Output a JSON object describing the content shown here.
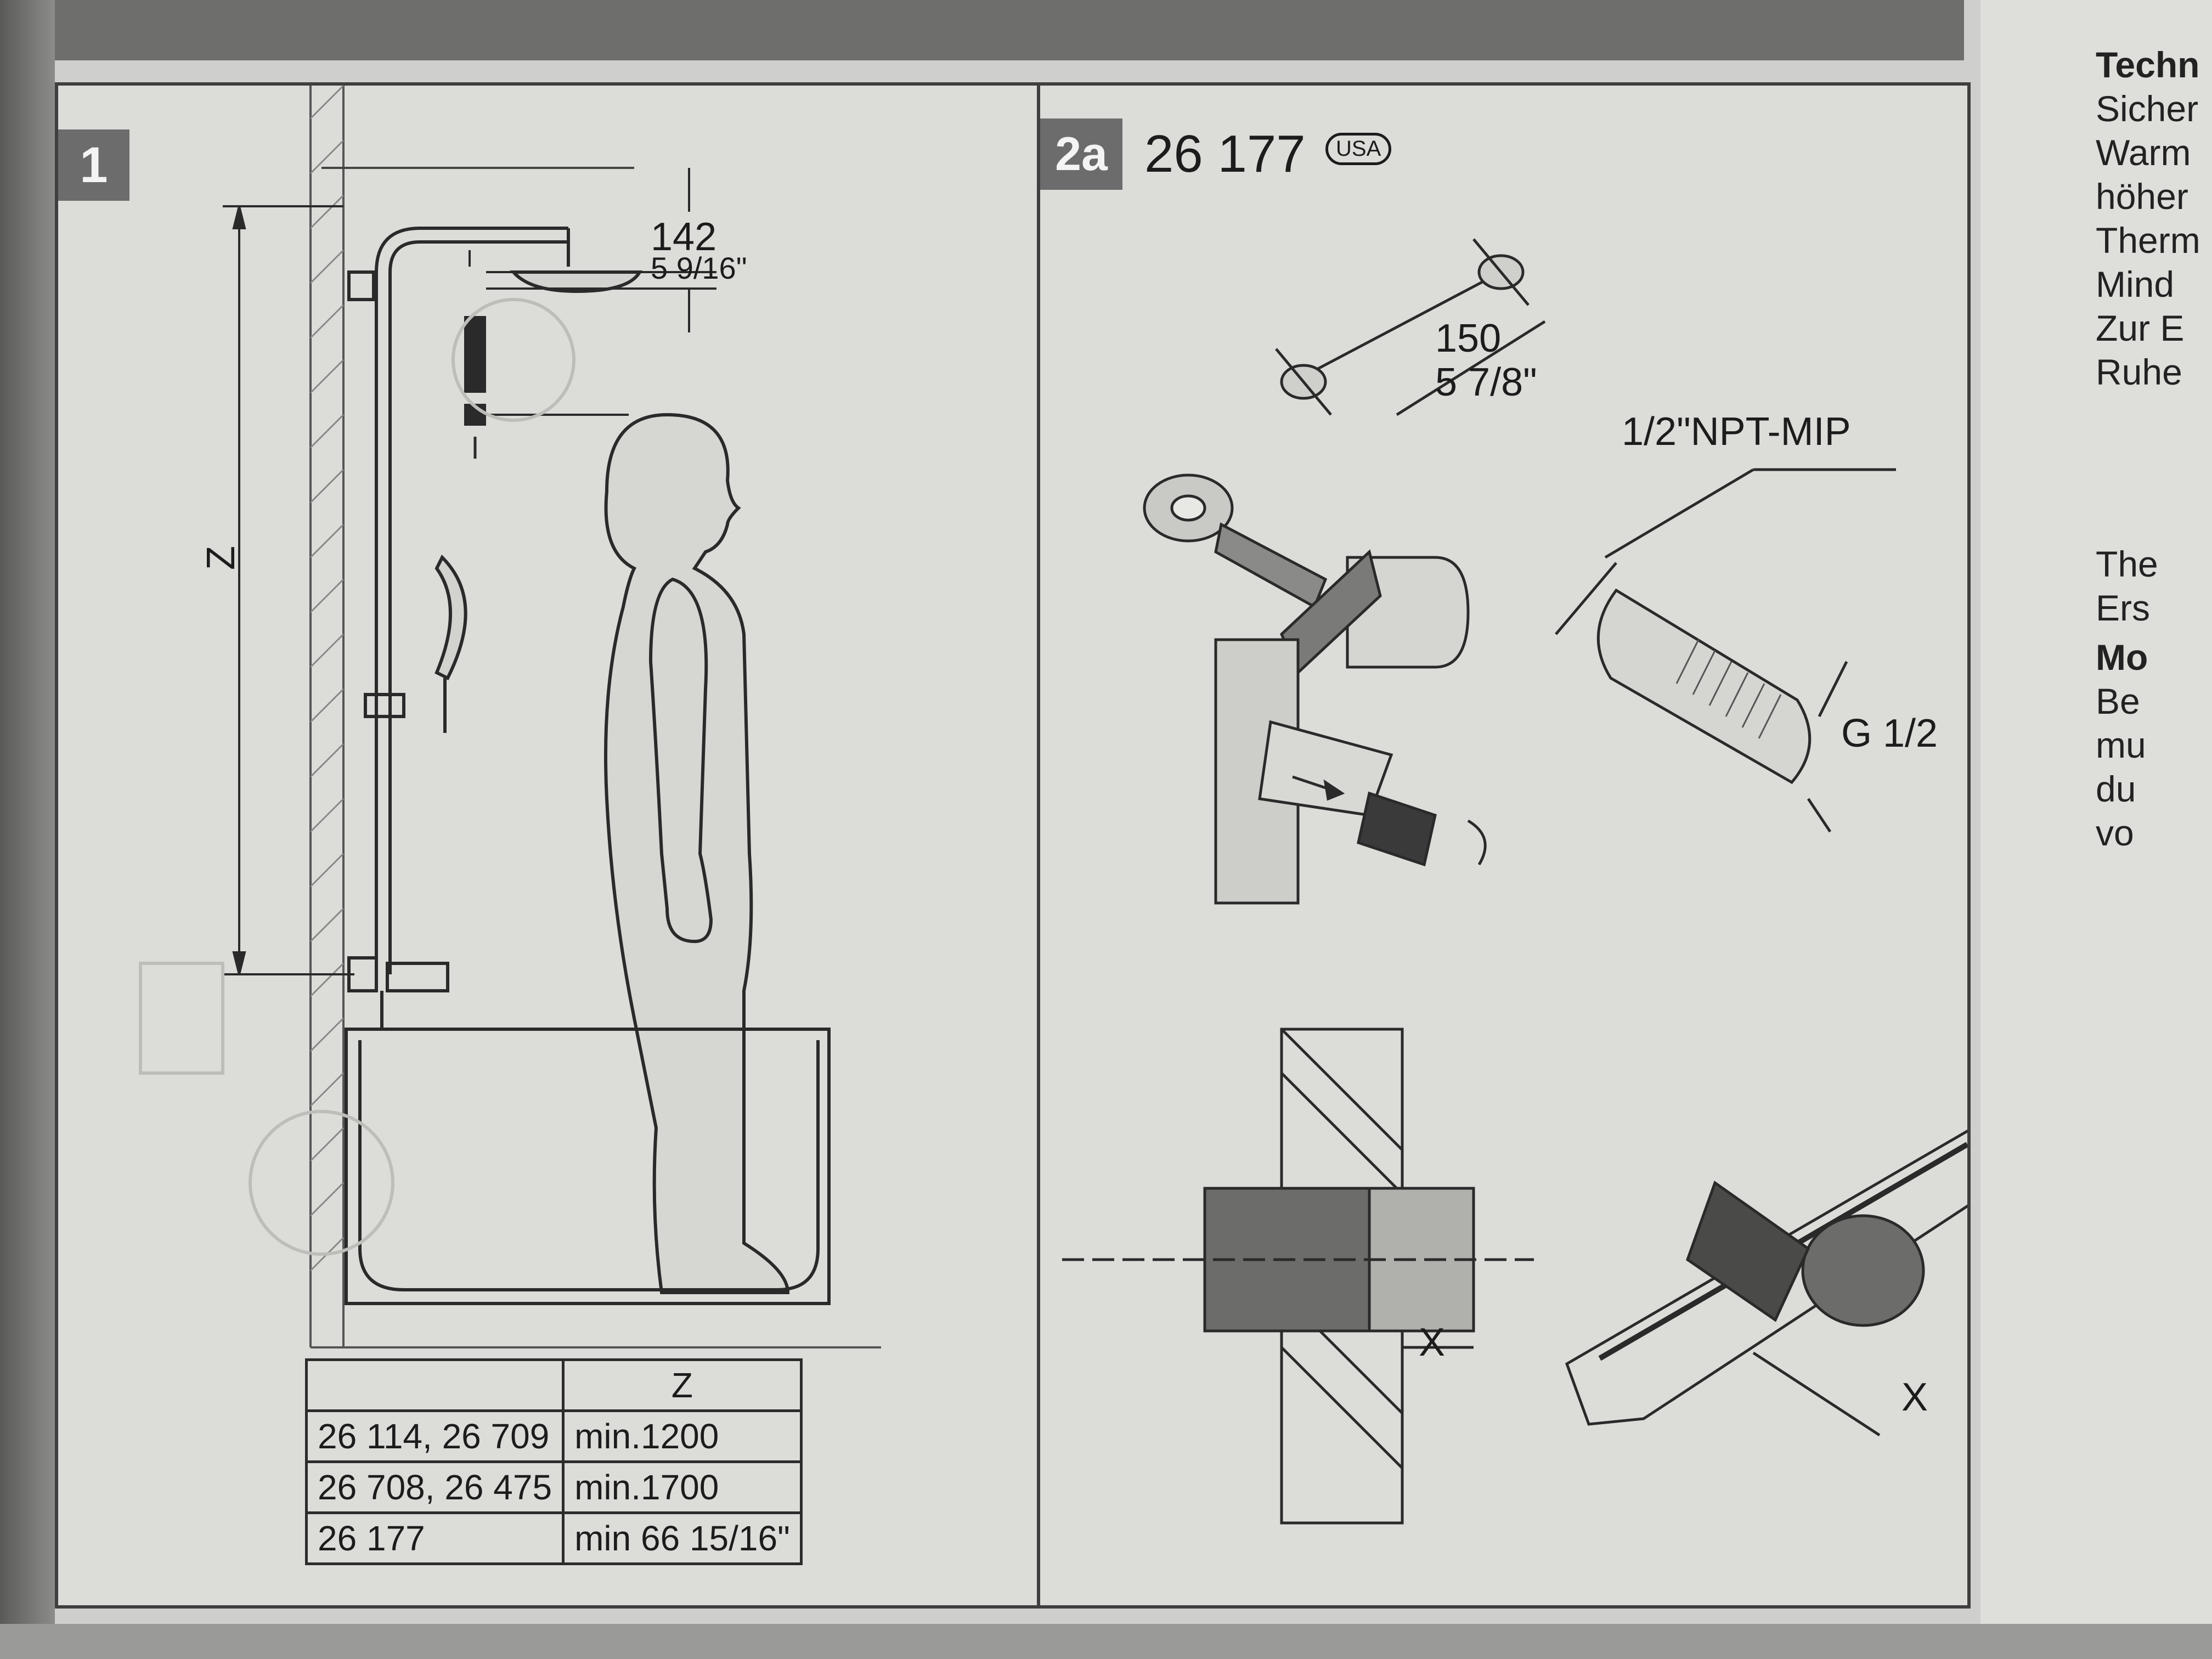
{
  "panel1": {
    "step": "1",
    "dim_top": "142",
    "dim_top_imperial": "5 9/16\"",
    "warning": "!",
    "z_label": "Z",
    "table": {
      "header": "Z",
      "rows": [
        {
          "model": "26 114, 26 709",
          "z": "min.1200"
        },
        {
          "model": "26 708, 26 475",
          "z": "min.1700"
        },
        {
          "model": "26 177",
          "z": "min 66 15/16\""
        }
      ]
    }
  },
  "panel2a": {
    "step": "2a",
    "model": "26 177",
    "badge": "USA",
    "dim_spacing": "150",
    "dim_spacing_imperial": "5 7/8\"",
    "thread_label": "1/2\"NPT-MIP",
    "thread_g": "G 1/2",
    "x_left": "X",
    "x_right": "X"
  },
  "right_page_lines": [
    "Techn",
    "Sicher",
    "Warm",
    "höher",
    "Therm",
    "Mind",
    "Zur E",
    "Ruhe",
    "The",
    "Ers",
    "Mo",
    "Be",
    "mu",
    "du",
    "vo"
  ]
}
